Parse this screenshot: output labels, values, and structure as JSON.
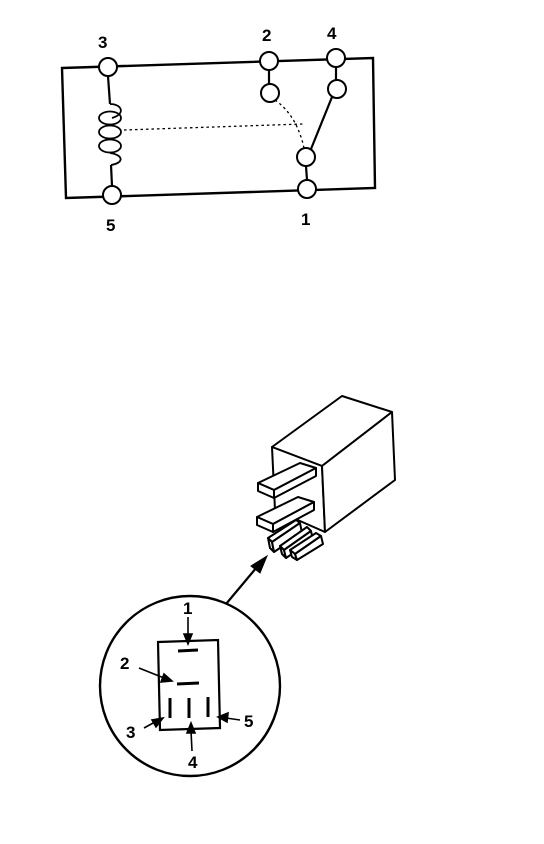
{
  "schematic": {
    "terminal_labels": {
      "t3": "3",
      "t2": "2",
      "t4": "4",
      "t5": "5",
      "t1": "1"
    }
  },
  "connector_view": {
    "pin_labels": {
      "p1": "1",
      "p2": "2",
      "p3": "3",
      "p4": "4",
      "p5": "5"
    }
  }
}
